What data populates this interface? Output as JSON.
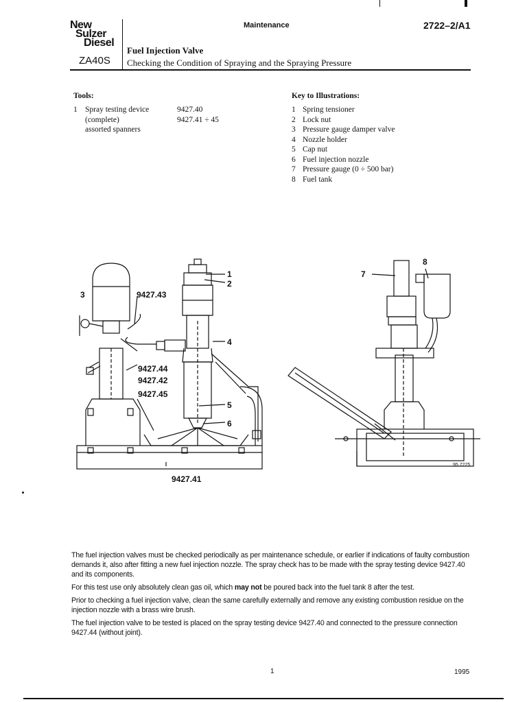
{
  "header": {
    "logo_lines": [
      "New",
      "Sulzer",
      "Diesel"
    ],
    "model": "ZA40S",
    "section": "Maintenance",
    "doc_number": "2722–2/A1",
    "title": "Fuel Injection Valve",
    "subtitle": "Checking the Condition of Spraying and the Spraying Pressure"
  },
  "tools": {
    "heading": "Tools:",
    "items": [
      {
        "num": "1",
        "name": "Spray testing device",
        "code": "9427.40"
      },
      {
        "num": "",
        "name": "(complete)",
        "code": "9427.41 ÷ 45"
      },
      {
        "num": "",
        "name": "assorted spanners",
        "code": ""
      }
    ]
  },
  "key": {
    "heading": "Key to Illustrations:",
    "items": [
      {
        "num": "1",
        "label": "Spring tensioner"
      },
      {
        "num": "2",
        "label": "Lock nut"
      },
      {
        "num": "3",
        "label": "Pressure gauge damper valve"
      },
      {
        "num": "4",
        "label": "Nozzle holder"
      },
      {
        "num": "5",
        "label": "Cap nut"
      },
      {
        "num": "6",
        "label": "Fuel injection nozzle"
      },
      {
        "num": "7",
        "label": "Pressure gauge (0 ÷ 500 bar)"
      },
      {
        "num": "8",
        "label": "Fuel tank"
      }
    ]
  },
  "figure": {
    "callouts": {
      "c1": "1",
      "c2": "2",
      "c3": "3",
      "c4": "4",
      "c5": "5",
      "c6": "6",
      "c7": "7",
      "c8": "8",
      "p43": "9427.43",
      "p44": "9427.44",
      "p42": "9427.42",
      "p45": "9427.45",
      "p41": "9427.41",
      "ref": "95.7225"
    }
  },
  "body": {
    "p1": "The fuel injection valves must be checked periodically as per maintenance schedule, or earlier if indications of faulty combustion demands it, also after fitting a new fuel injection nozzle. The spray check has to be made with the spray testing device 9427.40 and its components.",
    "p2_a": "For this test use only absolutely clean gas oil, which ",
    "p2_b": "may not",
    "p2_c": " be poured back into the fuel tank 8 after the test.",
    "p3": "Prior to checking a fuel injection valve, clean the same carefully externally and remove any existing combustion residue on the injection nozzle with a brass wire brush.",
    "p4": "The fuel injection valve to be tested is placed on the spray testing device 9427.40 and connected to the pressure connection 9427.44 (without joint)."
  },
  "footer": {
    "page": "1",
    "year": "1995"
  }
}
